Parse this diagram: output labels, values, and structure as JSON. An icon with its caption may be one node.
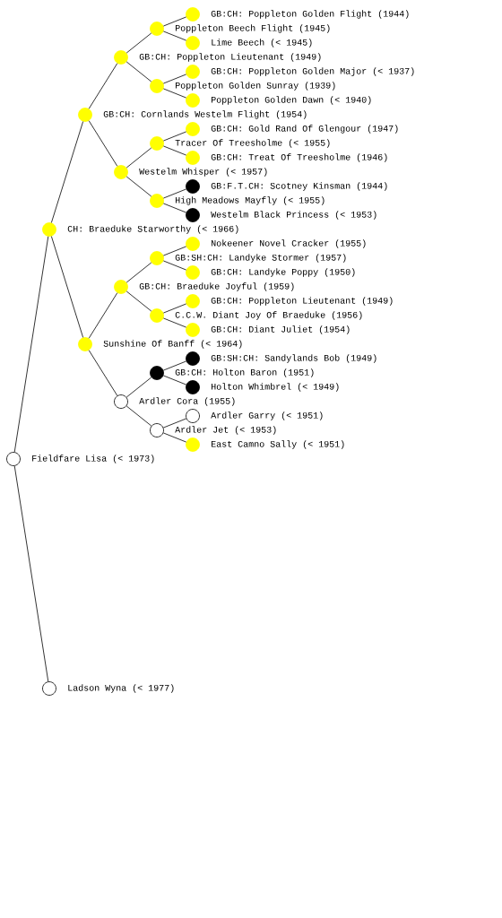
{
  "diagram": {
    "nodes": [
      {
        "text": [
          "GB:CH: Poppleton Golden Flight (1944)"
        ]
      },
      {
        "text": [
          "Poppleton Beech Flight (1945)"
        ]
      },
      {
        "text": [
          "Lime Beech (< 1945)"
        ]
      },
      {
        "text": [
          "GB:CH: Poppleton Lieutenant (1949)"
        ]
      },
      {
        "text": [
          "GB:CH: Poppleton Golden Major (< 1937)"
        ]
      },
      {
        "text": [
          "Poppleton Golden Sunray (1939)"
        ]
      },
      {
        "text": [
          "Poppleton Golden Dawn (< 1940)"
        ]
      },
      {
        "text": [
          "GB:CH: Cornlands Westelm Flight (1954)"
        ]
      },
      {
        "text": [
          "GB:CH: Gold Rand Of Glengour (1947)"
        ]
      },
      {
        "text": [
          "Tracer Of Treesholme (< 1955)"
        ]
      },
      {
        "text": [
          "GB:CH: Treat Of Treesholme (1946)"
        ]
      },
      {
        "text": [
          "Westelm Whisper (< 1957)"
        ]
      },
      {
        "text": [
          "GB:F.T.CH: Scotney Kinsman (1944)"
        ]
      },
      {
        "text": [
          "High Meadows Mayfly (< 1955)"
        ]
      },
      {
        "text": [
          "Westelm Black Princess (< 1953)"
        ]
      },
      {
        "text": [
          "CH: Braeduke Starworthy (< 1966)"
        ]
      },
      {
        "text": [
          "Nokeener Novel Cracker (1955)"
        ]
      },
      {
        "text": [
          "GB:SH:CH: Landyke Stormer (1957)"
        ]
      },
      {
        "text": [
          "GB:CH: Landyke Poppy (1950)"
        ]
      },
      {
        "text": [
          "GB:CH: Braeduke Joyful (1959)"
        ]
      },
      {
        "text": [
          "GB:CH: Poppleton Lieutenant (1949)"
        ]
      },
      {
        "text": [
          "C.C.W. Diant Joy Of Braeduke (1956)"
        ]
      },
      {
        "text": [
          "GB:CH: Diant Juliet (1954)"
        ]
      },
      {
        "text": [
          "Sunshine Of Banff (< 1964)"
        ]
      },
      {
        "text": [
          "GB:SH:CH: Sandylands Bob (1949)"
        ]
      },
      {
        "text": [
          "GB:CH: Holton Baron (1951)"
        ]
      },
      {
        "text": [
          "Holton Whimbrel (< 1949)"
        ]
      },
      {
        "text": [
          "Ardler Cora (1955)"
        ]
      },
      {
        "text": [
          "Ardler Garry (< 1951)"
        ]
      },
      {
        "text": [
          "Ardler Jet (< 1953)"
        ]
      },
      {
        "text": [
          "East Camno Sally (< 1951)"
        ]
      },
      {
        "text": [
          "Fieldfare Lisa (< 1973)"
        ]
      },
      {
        "text": [
          "Ladson Wyna (< 1977)"
        ]
      }
    ],
    "edges": [
      {
        "from": 31,
        "to": 15,
        "arrow": "none"
      },
      {
        "from": 31,
        "to": 32,
        "arrow": "none"
      },
      {
        "from": 15,
        "to": 7,
        "arrow": "none"
      },
      {
        "from": 15,
        "to": 23,
        "arrow": "none"
      },
      {
        "from": 7,
        "to": 3,
        "arrow": "none"
      },
      {
        "from": 7,
        "to": 11,
        "arrow": "none"
      },
      {
        "from": 23,
        "to": 19,
        "arrow": "none"
      },
      {
        "from": 23,
        "to": 27,
        "arrow": "none"
      },
      {
        "from": 3,
        "to": 1,
        "arrow": "none"
      },
      {
        "from": 3,
        "to": 5,
        "arrow": "none"
      },
      {
        "from": 11,
        "to": 9,
        "arrow": "none"
      },
      {
        "from": 11,
        "to": 13,
        "arrow": "none"
      },
      {
        "from": 19,
        "to": 17,
        "arrow": "none"
      },
      {
        "from": 19,
        "to": 21,
        "arrow": "none"
      },
      {
        "from": 27,
        "to": 25,
        "arrow": "none"
      },
      {
        "from": 27,
        "to": 29,
        "arrow": "none"
      },
      {
        "from": 1,
        "to": 0,
        "arrow": "none"
      },
      {
        "from": 1,
        "to": 2,
        "arrow": "none"
      },
      {
        "from": 5,
        "to": 4,
        "arrow": "none"
      },
      {
        "from": 5,
        "to": 6,
        "arrow": "none"
      },
      {
        "from": 9,
        "to": 8,
        "arrow": "none"
      },
      {
        "from": 9,
        "to": 10,
        "arrow": "none"
      },
      {
        "from": 13,
        "to": 12,
        "arrow": "none"
      },
      {
        "from": 13,
        "to": 14,
        "arrow": "none"
      },
      {
        "from": 17,
        "to": 16,
        "arrow": "none"
      },
      {
        "from": 17,
        "to": 18,
        "arrow": "none"
      },
      {
        "from": 21,
        "to": 20,
        "arrow": "none"
      },
      {
        "from": 21,
        "to": 22,
        "arrow": "none"
      },
      {
        "from": 25,
        "to": 24,
        "arrow": "none"
      },
      {
        "from": 25,
        "to": 26,
        "arrow": "none"
      },
      {
        "from": 29,
        "to": 28,
        "arrow": "none"
      },
      {
        "from": 29,
        "to": 30,
        "arrow": "none"
      }
    ]
  }
}
